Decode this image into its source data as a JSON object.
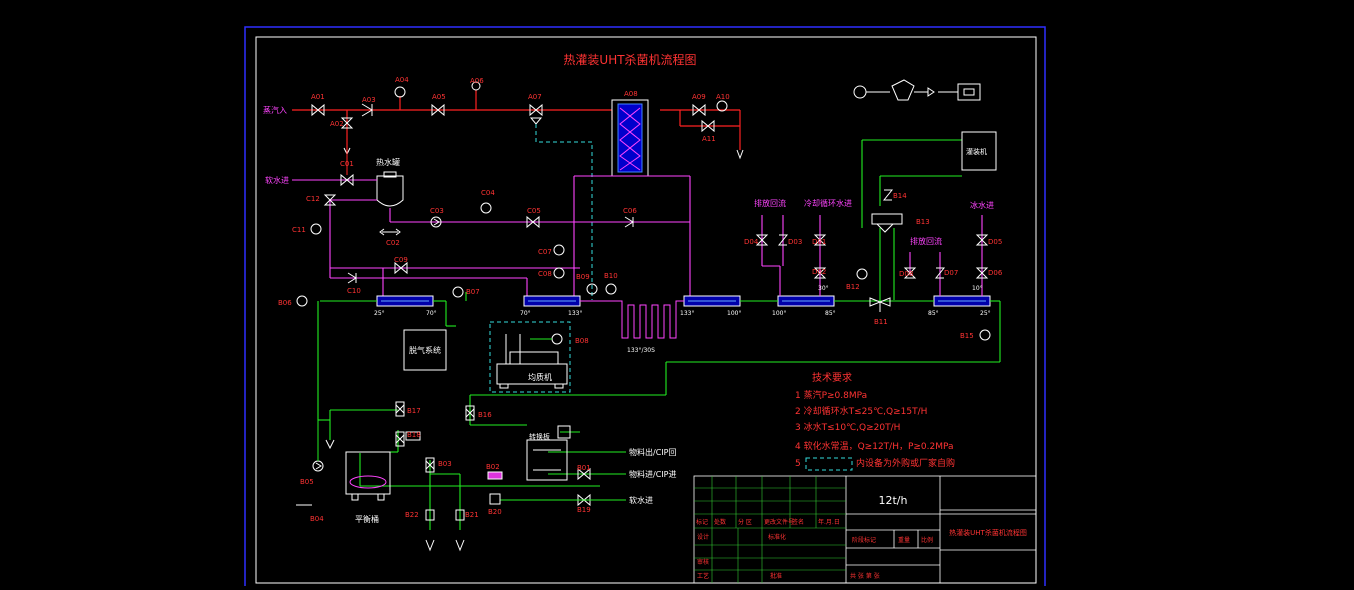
{
  "title": "热灌装UHT杀菌机流程图",
  "tags": {
    "A01": "A01",
    "A02": "A02",
    "A03": "A03",
    "A04": "A04",
    "A05": "A05",
    "A06": "A06",
    "A07": "A07",
    "A08": "A08",
    "A09": "A09",
    "A10": "A10",
    "A11": "A11",
    "C01": "C01",
    "C02": "C02",
    "C03": "C03",
    "C04": "C04",
    "C05": "C05",
    "C06": "C06",
    "C07": "C07",
    "C08": "C08",
    "C09": "C09",
    "C10": "C10",
    "C11": "C11",
    "C12": "C12",
    "D01": "D01",
    "D02": "D02",
    "D03": "D03",
    "D04": "D04",
    "D05": "D05",
    "D06": "D06",
    "D07": "D07",
    "D08": "D08",
    "B01": "B01",
    "B02": "B02",
    "B03": "B03",
    "B04": "B04",
    "B05": "B05",
    "B06": "B06",
    "B07": "B07",
    "B08": "B08",
    "B09": "B09",
    "B10": "B10",
    "B11": "B11",
    "B12": "B12",
    "B13": "B13",
    "B14": "B14",
    "B15": "B15",
    "B16": "B16",
    "B17": "B17",
    "B18": "B18",
    "B19": "B19",
    "B20": "B20",
    "B21": "B21",
    "B22": "B22"
  },
  "labels": {
    "steam_in": "蒸汽入",
    "hot_water_tank": "热水罐",
    "soft_water_in_1": "软水进",
    "soft_water_in_2": "软水进",
    "ice_water_in": "冰水进",
    "ice_return": "排放回流",
    "cooling_water_in": "冷却循环水进",
    "ice_return_2": "排放回流",
    "filler": "灌装机",
    "degas": "脱气系统",
    "homogenizer": "均质机",
    "balance_tank": "平衡桶",
    "flow_device": "转换板",
    "material_out": "物料出/CIP回",
    "material_in": "物料进/CIP进",
    "temp_25": "25°",
    "temp_70": "70°",
    "temp_70b": "70°",
    "temp_133": "133°",
    "temp_133b": "133°",
    "temp_100": "100°",
    "temp_100b": "100°",
    "temp_85": "85°",
    "temp_85b": "85°",
    "temp_25b": "25°",
    "temp_30": "30°",
    "temp_10": "10°",
    "holding": "133°/30S"
  },
  "tech": {
    "heading": "技术要求",
    "items": [
      "1 蒸汽P≥0.8MPa",
      "2 冷却循环水T≤25℃,Q≥15T/H",
      "3 冰水T≤10℃,Q≥20T/H",
      "4 软化水常温，Q≥12T/H，P≥0.2MPa",
      "5"
    ],
    "item5_suffix": "内设备为外购或厂家自购"
  },
  "titleblock": {
    "capacity": "12t/h",
    "name": "热灌装UHT杀菌机流程图",
    "row_labels": [
      "标记",
      "处数",
      "分 区",
      "更改文件号",
      "签名",
      "年.月.日"
    ],
    "design": "设计",
    "standard": "标准化",
    "check": "审核",
    "process": "工艺",
    "approve": "批准",
    "stage_mark": "阶段标记",
    "weight": "重量",
    "scale": "比例",
    "sheets": "共   张   第   张"
  }
}
